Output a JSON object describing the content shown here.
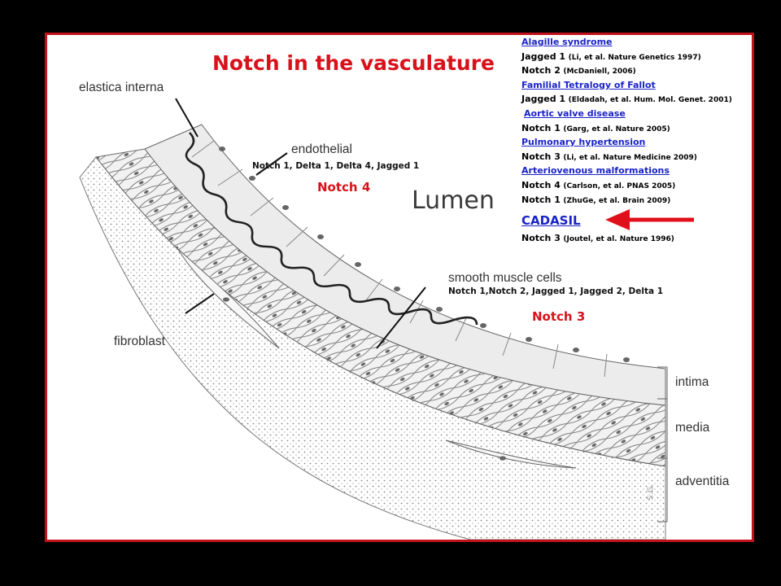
{
  "title": "Notch in the vasculature",
  "diagram": {
    "labels": {
      "elastica_interna": "elastica interna",
      "endothelial": "endothelial",
      "lumen": "Lumen",
      "smooth_muscle": "smooth muscle cells",
      "fibroblast": "fibroblast",
      "intima": "intima",
      "media": "media",
      "adventitia": "adventitia",
      "signature": "S.G."
    },
    "endothelial_ligands": "Notch 1, Delta 1, Delta 4, Jagged 1",
    "endothelial_notch": "Notch 4",
    "smooth_muscle_ligands": "Notch 1,Notch 2, Jagged 1, Jagged 2, Delta 1",
    "smooth_muscle_notch": "Notch 3"
  },
  "references": [
    {
      "kind": "disease",
      "text": "Alagille syndrome"
    },
    {
      "kind": "gene",
      "gene": "Jagged 1",
      "cite": "(Li, et al. Nature Genetics 1997)"
    },
    {
      "kind": "gene",
      "gene": "Notch 2",
      "cite": "(McDaniell, 2006)"
    },
    {
      "kind": "disease",
      "text": "Familial Tetralogy of Fallot"
    },
    {
      "kind": "gene",
      "gene": "Jagged 1",
      "cite": "(Eldadah, et al. Hum. Mol. Genet. 2001)"
    },
    {
      "kind": "disease",
      "text": "Aortic valve disease"
    },
    {
      "kind": "gene",
      "gene": "Notch 1",
      "cite": "(Garg, et al. Nature 2005)"
    },
    {
      "kind": "disease",
      "text": "Pulmonary hypertension"
    },
    {
      "kind": "gene",
      "gene": "Notch 3",
      "cite": "(Li, et al. Nature Medicine 2009)"
    },
    {
      "kind": "disease",
      "text": "Arteriovenous malformations"
    },
    {
      "kind": "gene",
      "gene": "Notch 4",
      "cite": "(Carlson, et al. PNAS 2005)"
    },
    {
      "kind": "gene",
      "gene": "Notch 1",
      "cite": "(ZhuGe, et al. Brain 2009)"
    },
    {
      "kind": "highlight",
      "text": "CADASIL"
    },
    {
      "kind": "gene",
      "gene": "Notch 3",
      "cite": "(Joutel, et al. Nature 1996)"
    }
  ],
  "colors": {
    "border": "#c1121c",
    "title": "#d8121b",
    "disease_link": "#1a23c7",
    "arrow": "#e0101b",
    "notch_label": "#d8121b"
  }
}
